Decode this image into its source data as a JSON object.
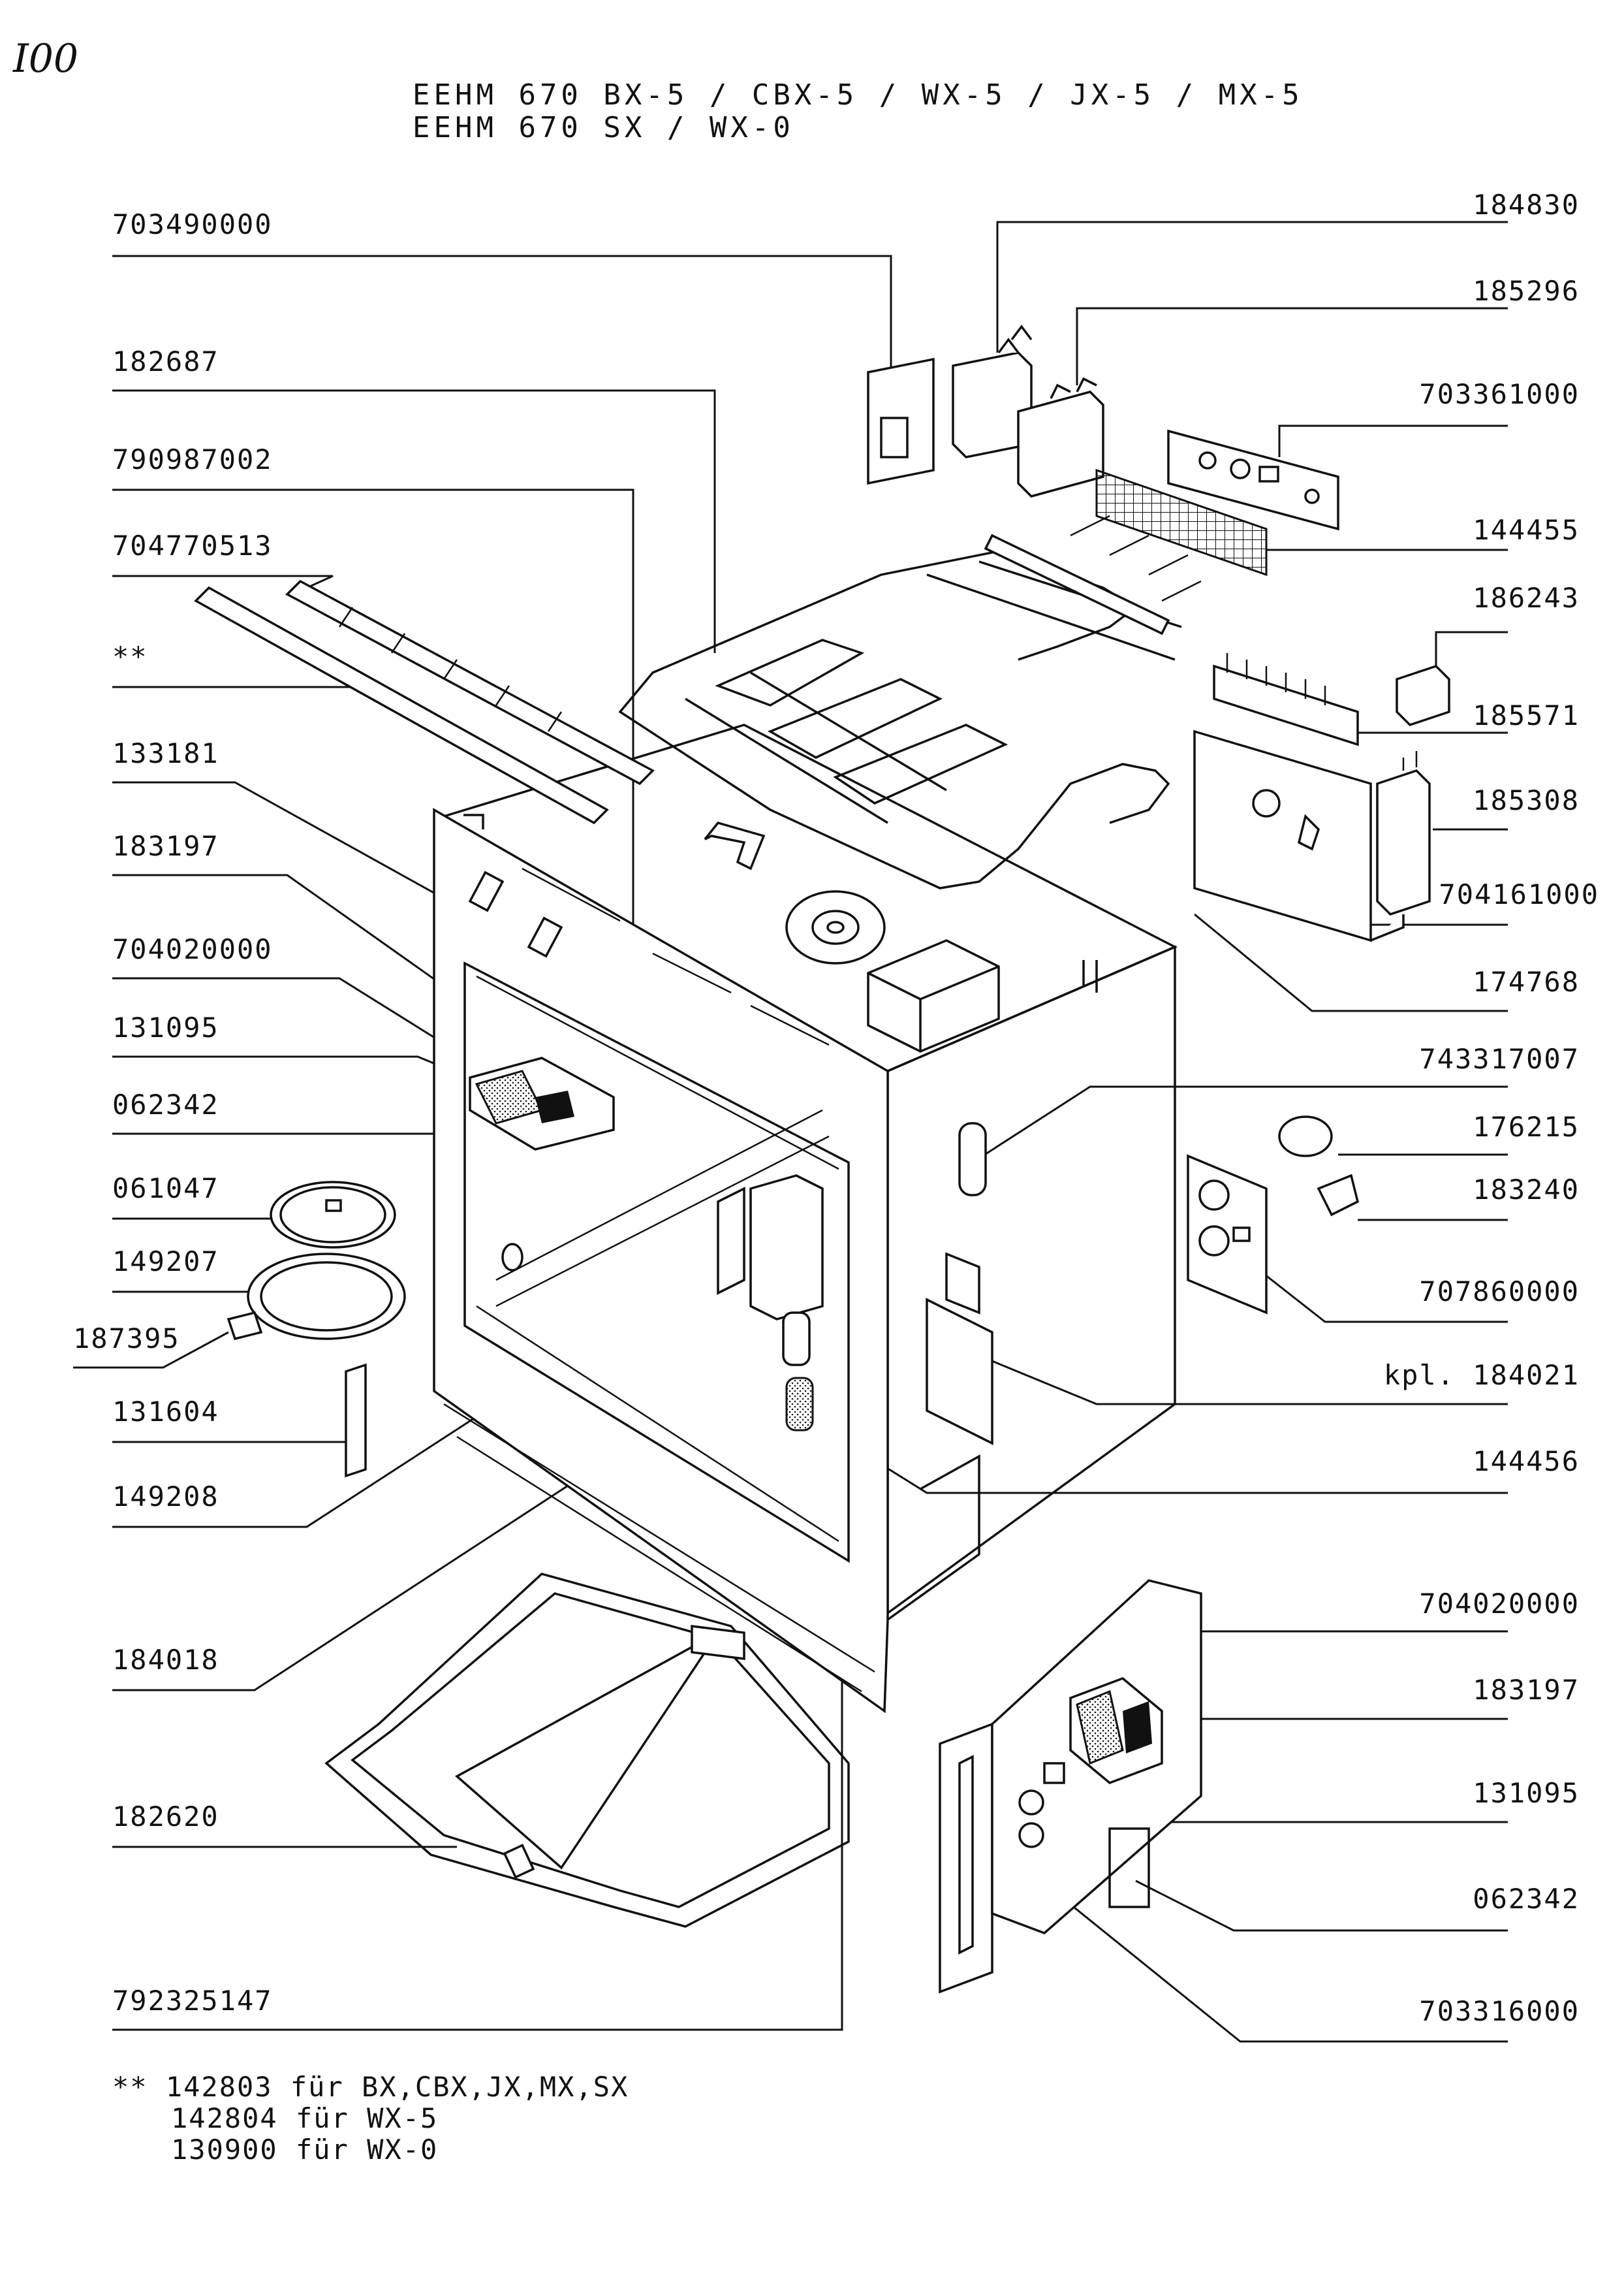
{
  "handwritten_mark": "I00",
  "header": {
    "line1": "EEHM 670 BX-5 / CBX-5 / WX-5 / JX-5 / MX-5",
    "line2": "EEHM 670 SX / WX-0"
  },
  "left_labels": [
    "703490000",
    "182687",
    "790987002",
    "704770513",
    "**",
    "133181",
    "183197",
    "704020000",
    "131095",
    "062342",
    "061047",
    "149207",
    "187395",
    "131604",
    "149208",
    "184018",
    "182620",
    "792325147"
  ],
  "right_labels": [
    "184830",
    "185296",
    "703361000",
    "144455",
    "186243",
    "185571",
    "185308",
    "704161000",
    "174768",
    "743317007",
    "176215",
    "183240",
    "707860000",
    "kpl. 184021",
    "144456",
    "704020000",
    "183197",
    "131095",
    "062342",
    "703316000"
  ],
  "footnote": [
    "** 142803 für BX,CBX,JX,MX,SX",
    "142804 für WX-5",
    "130900 für WX-0"
  ]
}
